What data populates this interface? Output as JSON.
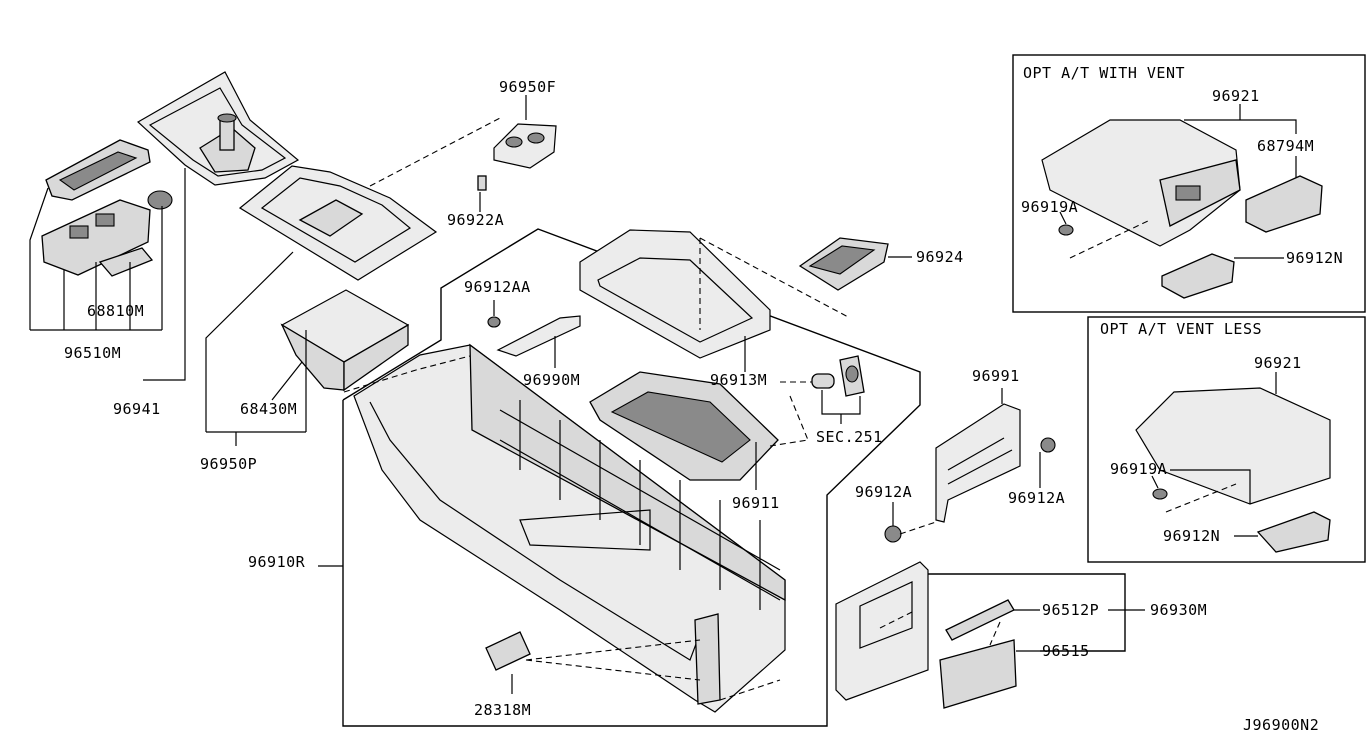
{
  "diagram_id": "J96900N2",
  "insets": {
    "with_vent_title": "OPT A/T WITH VENT",
    "vent_less_title": "OPT A/T VENT LESS"
  },
  "labels": {
    "p96950F": "96950F",
    "p96922A": "96922A",
    "p68810M": "68810M",
    "p96510M": "96510M",
    "p96941": "96941",
    "p68430M": "68430M",
    "p96950P": "96950P",
    "p96912AA": "96912AA",
    "p96990M": "96990M",
    "p96913M": "96913M",
    "p96924": "96924",
    "sec251": "SEC.251",
    "p96911": "96911",
    "p96910R": "96910R",
    "p28318M": "28318M",
    "p96991": "96991",
    "p96912A_left": "96912A",
    "p96912A_right": "96912A",
    "p96512P": "96512P",
    "p96930M": "96930M",
    "p96515": "96515",
    "v_96921": "96921",
    "v_68794M": "68794M",
    "v_96919A": "96919A",
    "v_96912N": "96912N",
    "n_96921": "96921",
    "n_96919A": "96919A",
    "n_96912N": "96912N"
  }
}
